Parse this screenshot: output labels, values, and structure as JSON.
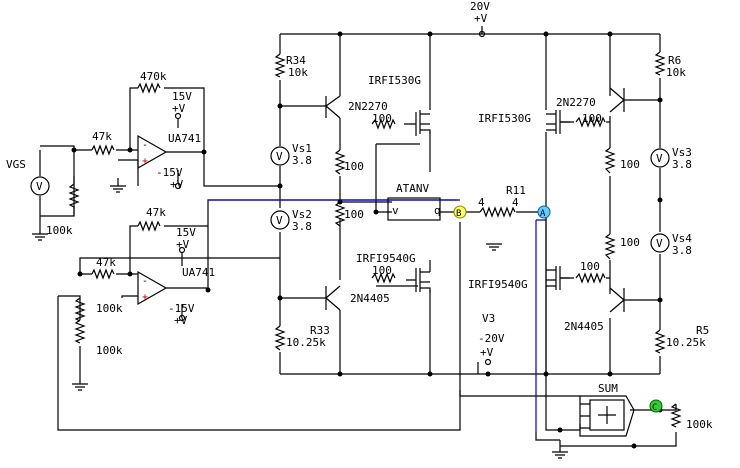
{
  "labels": {
    "top_supply": "20V",
    "top_supply_plus": "+V",
    "vgs": "VGS",
    "r_vgs": "100k",
    "r_470k": "470k",
    "r_47k_a": "47k",
    "r_47k_b": "47k",
    "r_47k_c": "47k",
    "opamp1": "UA741",
    "opamp2": "UA741",
    "p15_a": "15V",
    "p15_a_plus": "+V",
    "m15_a": "-15V",
    "m15_a_plus": "+V",
    "p15_b": "15V",
    "p15_b_plus": "+V",
    "m15_b": "-15V",
    "m15_b_plus": "+V",
    "r_100k_div1": "100k",
    "r_100k_div2": "100k",
    "r34_name": "R34",
    "r34_val": "10k",
    "q_2n2270_l": "2N2270",
    "q_2n4405_l": "2N4405",
    "r33_name": "R33",
    "r33_val": "10.25k",
    "vs1_name": "Vs1",
    "vs1_val": "3.8",
    "vs2_name": "Vs2",
    "vs2_val": "3.8",
    "r100_l1": "100",
    "r100_l2": "100",
    "r100_l3": "100",
    "r100_l4": "100",
    "m_irfi530_l": "IRFI530G",
    "m_irfi9540_l": "IRFI9540G",
    "atanv": "ATANV",
    "atanv_in": "v",
    "atanv_out": "q",
    "node_b": "B",
    "node_a": "A",
    "node_c": "C",
    "r11": "R11",
    "r11_val": "4",
    "r11_val2": "4",
    "m_irfi530_r": "IRFI530G",
    "m_irfi9540_r": "IRFI9540G",
    "q_2n2270_r": "2N2270",
    "q_2n4405_r": "2N4405",
    "r6_name": "R6",
    "r6_val": "10k",
    "r5_name": "R5",
    "r5_val": "10.25k",
    "vs3_name": "Vs3",
    "vs3_val": "3.8",
    "vs4_name": "Vs4",
    "vs4_val": "3.8",
    "r100_r1": "100",
    "r100_r2": "100",
    "r100_r3": "100",
    "r100_r4": "100",
    "v3_name": "V3",
    "v3_val": "-20V",
    "v3_plus": "+V",
    "sum": "SUM",
    "r_out": "100k"
  },
  "colors": {
    "wire": "#000000",
    "blue_wire": "#0000cc",
    "node_b": "#ffff66",
    "node_a": "#66ccff",
    "node_c": "#33cc33"
  }
}
